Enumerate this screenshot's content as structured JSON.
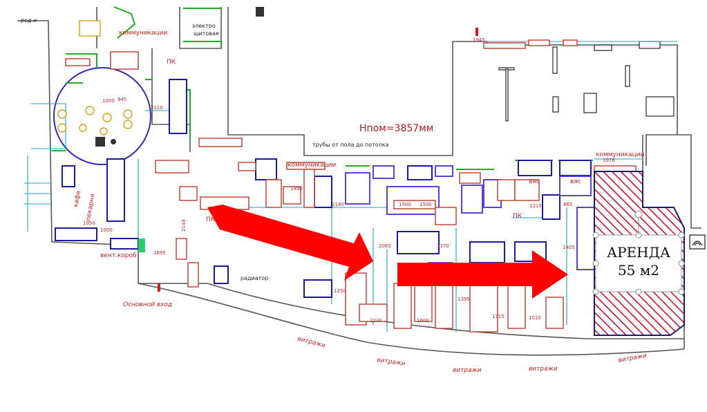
{
  "title": "Нпом=3857мм",
  "rental": {
    "line1": "АРЕНДА",
    "line2": "55 м2"
  },
  "labels": {
    "communications_top": "коммуникации",
    "communications_mid": "коммуникации",
    "communications_right": "коммуникации",
    "electrical": "электро",
    "electrical2": "щитовая",
    "pk1": "ПК",
    "pk2": "ПК",
    "pk3": "ПК",
    "cafe": "кафе",
    "bakery": "пекарня",
    "main_entrance": "Основной вход",
    "radiator": "радиатор",
    "vent_box": "вент.короб",
    "pipes": "трубы от пола до потолка",
    "vitrazhi_1": "витражи",
    "vitrazhi_2": "витражи",
    "vitrazhi_3": "витражи",
    "vitrazhi_4": "витражи",
    "vitrazhi_5": "витражи",
    "top_left": "род и",
    "vis1": "вяс",
    "vis2": "вяс"
  },
  "dimensions": {
    "d1": "1945",
    "d2": "2110",
    "d3": "1000",
    "d4": "945",
    "d5": "1950",
    "d6": "1000",
    "d7": "1695",
    "d8": "2140",
    "d9": "1490",
    "d10": "1140",
    "d11": "1500",
    "d12": "1500",
    "d13": "2065",
    "d14": "1370",
    "d15": "1215",
    "d16": "1405",
    "d17": "1976",
    "d18": "1250",
    "d19": "2230",
    "d20": "1600",
    "d21": "1395",
    "d22": "1010",
    "d23": "1715",
    "d24": "865"
  },
  "colors": {
    "arrow": "#ff0000",
    "hatch": "#c8102e",
    "wall": "#4d4d4d",
    "cyan": "#17a7c9",
    "green": "#22aa22",
    "blue": "#1a1aa0",
    "purple": "#4b2bd6",
    "brown": "#a0522d"
  }
}
